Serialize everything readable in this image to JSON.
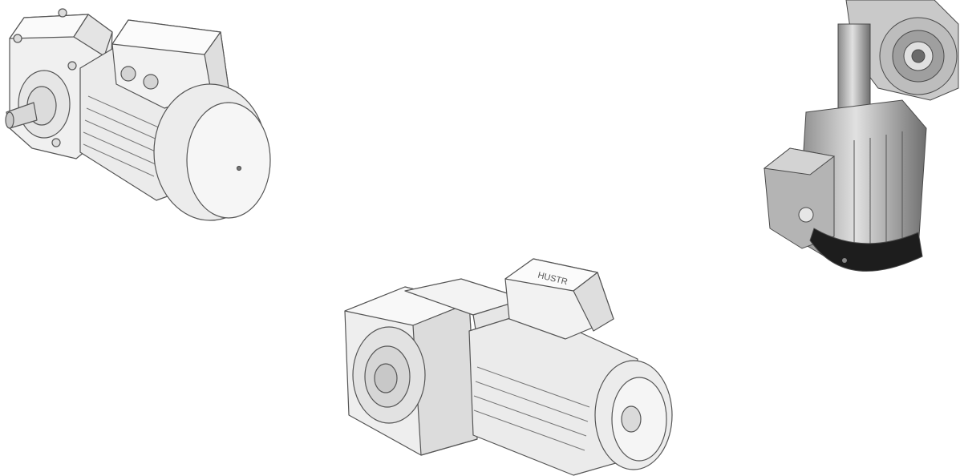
{
  "scene": {
    "background": "#ffffff",
    "objects": [
      {
        "kind": "gear-motor-helical",
        "style": "line-rendering"
      },
      {
        "kind": "gear-motor-bevel",
        "style": "line-rendering",
        "cover_text": "HUSTR"
      },
      {
        "kind": "gear-motor-worm",
        "style": "photograph"
      }
    ]
  },
  "colors": {
    "light_metal": "#e9e9e9",
    "mid_metal": "#cfcfcf",
    "shadow_metal": "#a9a9a9",
    "outline": "#555555",
    "dark_cap": "#1d1d1d"
  }
}
